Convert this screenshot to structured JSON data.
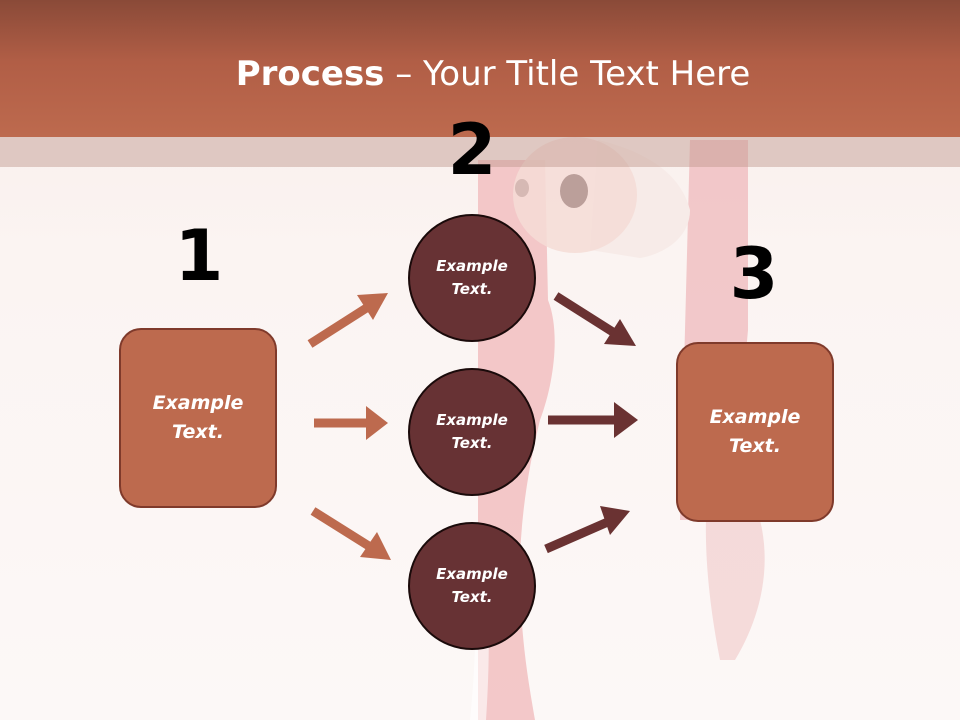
{
  "title": {
    "bold": "Process",
    "rest": " – Your Title Text Here"
  },
  "steps": {
    "one": "1",
    "two": "2",
    "three": "3"
  },
  "nodes": {
    "left_box": "Example\nText.",
    "circle_top": "Example\nText.",
    "circle_middle": "Example\nText.",
    "circle_bottom": "Example\nText.",
    "right_box": "Example\nText."
  },
  "colors": {
    "title_band": "#b15e46",
    "box_fill": "#bd6a4e",
    "circle_fill": "#673234",
    "arrow_light": "#bd6a4e",
    "arrow_dark": "#6a3232"
  }
}
